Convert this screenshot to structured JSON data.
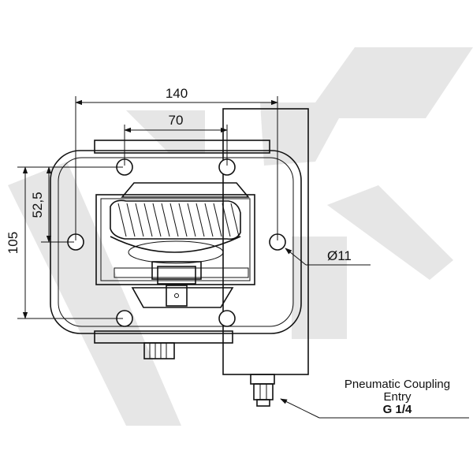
{
  "dimensions": {
    "width_overall": "140",
    "hole_spacing": "70",
    "height_overall": "105",
    "half_height": "52,5",
    "hole_diameter": "Ø11"
  },
  "note": {
    "line1": "Pneumatic Coupling",
    "line2": "Entry",
    "thread": "G 1/4"
  },
  "colors": {
    "line": "#111111",
    "watermark": "#e6e6e6",
    "background": "#ffffff"
  }
}
